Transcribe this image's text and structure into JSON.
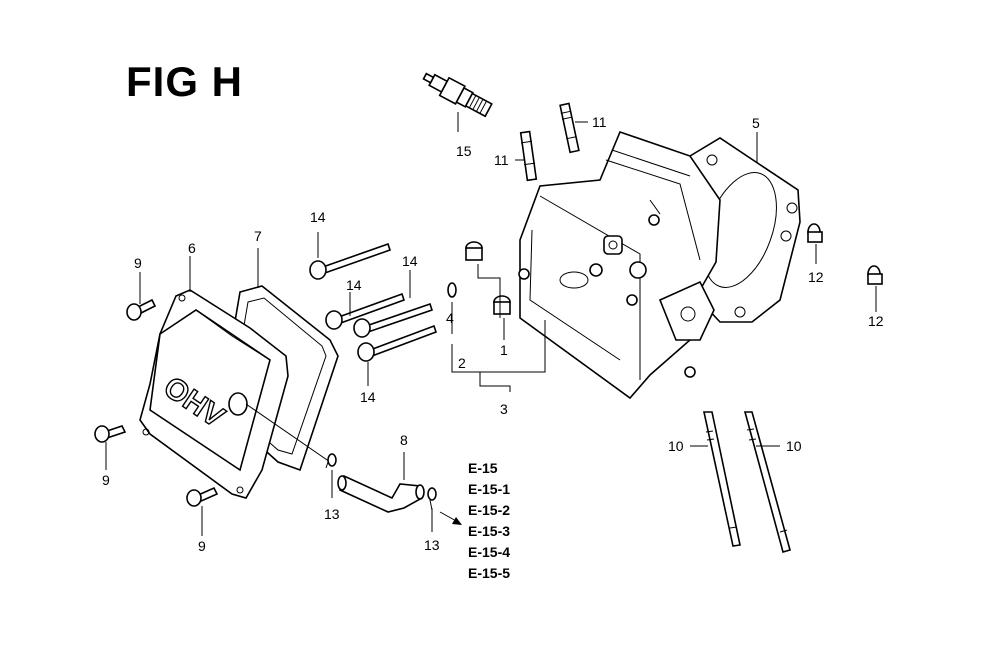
{
  "title": "FIG H",
  "cover_text": "OHV",
  "labels": {
    "p1": "1",
    "p2": "2",
    "p3": "3",
    "p4": "4",
    "p5": "5",
    "p6": "6",
    "p7": "7",
    "p8": "8",
    "p9a": "9",
    "p9b": "9",
    "p9c": "9",
    "p10a": "10",
    "p10b": "10",
    "p11a": "11",
    "p11b": "11",
    "p12a": "12",
    "p12b": "12",
    "p13a": "13",
    "p13b": "13",
    "p14a": "14",
    "p14b": "14",
    "p14c": "14",
    "p14d": "14",
    "p15": "15"
  },
  "references": [
    "E-15",
    "E-15-1",
    "E-15-2",
    "E-15-3",
    "E-15-4",
    "E-15-5"
  ]
}
